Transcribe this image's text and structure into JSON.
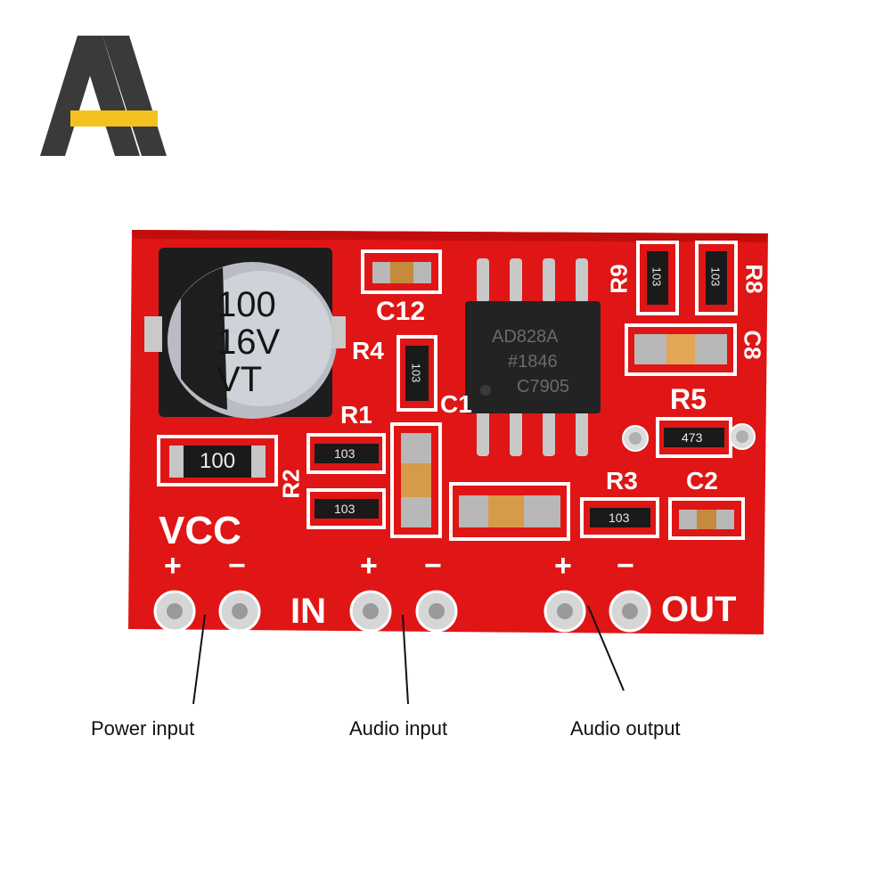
{
  "brand": {
    "logo": "brand-logo-icon"
  },
  "board": {
    "color": "#e11414",
    "capacitor": {
      "line1": "100",
      "line2": "16V",
      "line3": "VT"
    },
    "chip": {
      "line1": "AD828A",
      "line2": "#1846",
      "line3": "C7905"
    },
    "r2_resistor_code": "100",
    "silkscreen": {
      "c12": "C12",
      "r4": "R4",
      "r1": "R1",
      "c1": "C1",
      "r2": "R2",
      "r9": "R9",
      "r8": "R8",
      "c8": "C8",
      "r5": "R5",
      "r3": "R3",
      "c2": "C2",
      "vcc": "VCC",
      "in": "IN",
      "out": "OUT",
      "plus": "+",
      "minus": "−"
    },
    "resistor_codes": {
      "r4": "103",
      "r1": "103",
      "r2b": "103",
      "r3": "103",
      "r5": "473",
      "r9": "103",
      "r8": "103"
    }
  },
  "labels": {
    "power": "Power input",
    "audio_in": "Audio input",
    "audio_out": "Audio output"
  }
}
